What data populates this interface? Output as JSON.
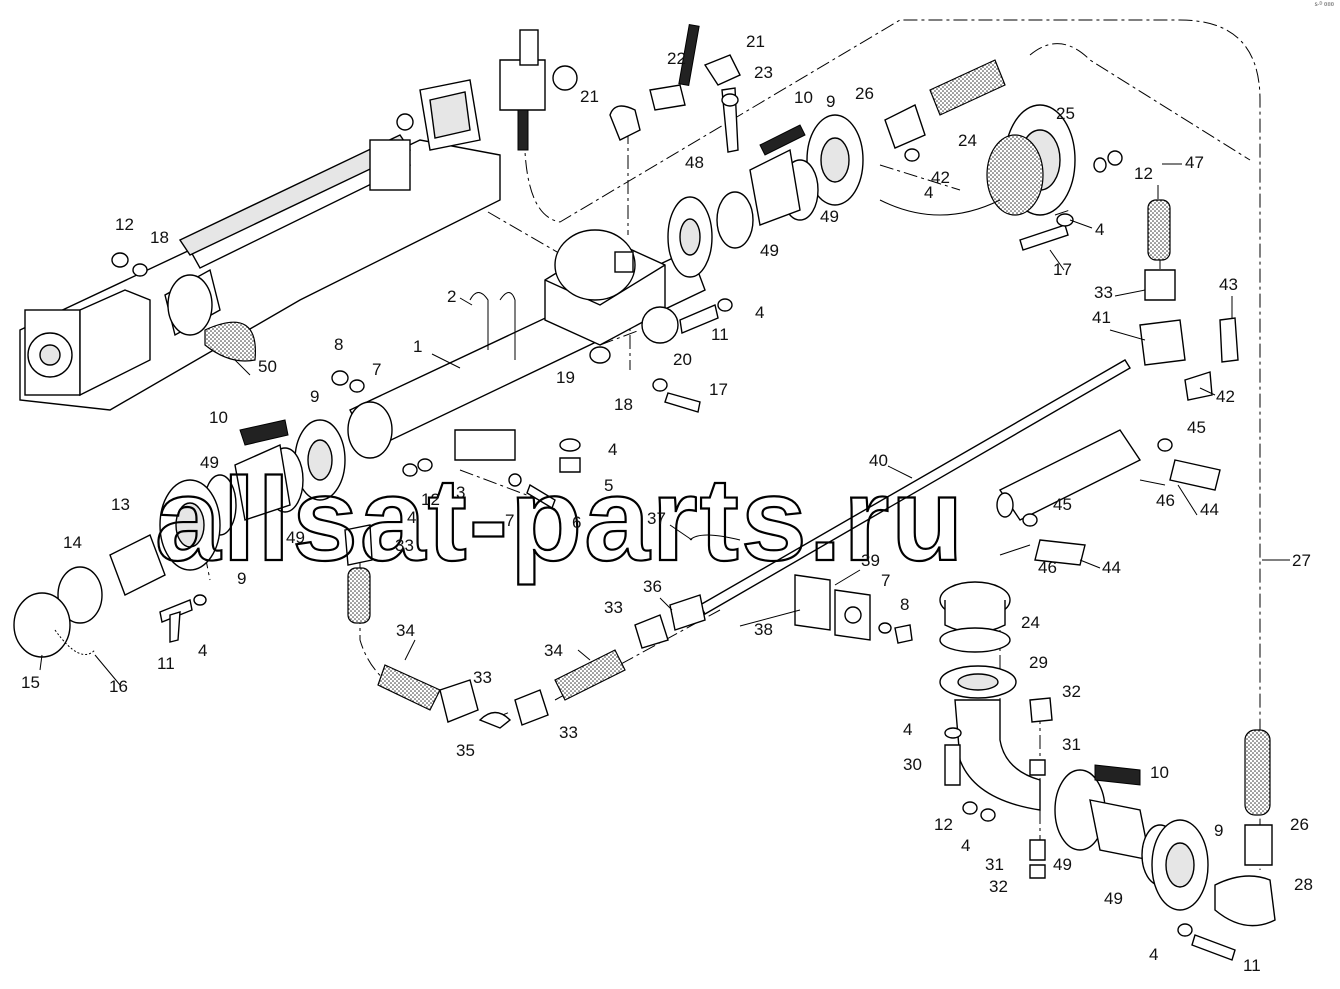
{
  "watermark": "allsat-parts.ru",
  "corner_mark": "s·ᴰ ¤¤¤",
  "callouts": [
    {
      "id": "c1",
      "text": "1"
    },
    {
      "id": "c2",
      "text": "2"
    },
    {
      "id": "c3",
      "text": "3"
    },
    {
      "id": "c4a",
      "text": "4"
    },
    {
      "id": "c4b",
      "text": "4"
    },
    {
      "id": "c4c",
      "text": "4"
    },
    {
      "id": "c4d",
      "text": "4"
    },
    {
      "id": "c4e",
      "text": "4"
    },
    {
      "id": "c4f",
      "text": "4"
    },
    {
      "id": "c4g",
      "text": "4"
    },
    {
      "id": "c4h",
      "text": "4"
    },
    {
      "id": "c4i",
      "text": "4"
    },
    {
      "id": "c4j",
      "text": "4"
    },
    {
      "id": "c5",
      "text": "5"
    },
    {
      "id": "c6",
      "text": "6"
    },
    {
      "id": "c7a",
      "text": "7"
    },
    {
      "id": "c7b",
      "text": "7"
    },
    {
      "id": "c7c",
      "text": "7"
    },
    {
      "id": "c8a",
      "text": "8"
    },
    {
      "id": "c8b",
      "text": "8"
    },
    {
      "id": "c9a",
      "text": "9"
    },
    {
      "id": "c9b",
      "text": "9"
    },
    {
      "id": "c9c",
      "text": "9"
    },
    {
      "id": "c9d",
      "text": "9"
    },
    {
      "id": "c10a",
      "text": "10"
    },
    {
      "id": "c10b",
      "text": "10"
    },
    {
      "id": "c10c",
      "text": "10"
    },
    {
      "id": "c11a",
      "text": "11"
    },
    {
      "id": "c11b",
      "text": "11"
    },
    {
      "id": "c11c",
      "text": "11"
    },
    {
      "id": "c12a",
      "text": "12"
    },
    {
      "id": "c12b",
      "text": "12"
    },
    {
      "id": "c12c",
      "text": "12"
    },
    {
      "id": "c12d",
      "text": "12"
    },
    {
      "id": "c13",
      "text": "13"
    },
    {
      "id": "c14",
      "text": "14"
    },
    {
      "id": "c15",
      "text": "15"
    },
    {
      "id": "c16",
      "text": "16"
    },
    {
      "id": "c17a",
      "text": "17"
    },
    {
      "id": "c17b",
      "text": "17"
    },
    {
      "id": "c18a",
      "text": "18"
    },
    {
      "id": "c18b",
      "text": "18"
    },
    {
      "id": "c19",
      "text": "19"
    },
    {
      "id": "c20",
      "text": "20"
    },
    {
      "id": "c21a",
      "text": "21"
    },
    {
      "id": "c21b",
      "text": "21"
    },
    {
      "id": "c22",
      "text": "22"
    },
    {
      "id": "c23",
      "text": "23"
    },
    {
      "id": "c24a",
      "text": "24"
    },
    {
      "id": "c24b",
      "text": "24"
    },
    {
      "id": "c25",
      "text": "25"
    },
    {
      "id": "c26a",
      "text": "26"
    },
    {
      "id": "c26b",
      "text": "26"
    },
    {
      "id": "c27",
      "text": "27"
    },
    {
      "id": "c28",
      "text": "28"
    },
    {
      "id": "c29",
      "text": "29"
    },
    {
      "id": "c30",
      "text": "30"
    },
    {
      "id": "c31a",
      "text": "31"
    },
    {
      "id": "c31b",
      "text": "31"
    },
    {
      "id": "c32a",
      "text": "32"
    },
    {
      "id": "c32b",
      "text": "32"
    },
    {
      "id": "c33a",
      "text": "33"
    },
    {
      "id": "c33b",
      "text": "33"
    },
    {
      "id": "c33c",
      "text": "33"
    },
    {
      "id": "c33d",
      "text": "33"
    },
    {
      "id": "c33e",
      "text": "33"
    },
    {
      "id": "c34a",
      "text": "34"
    },
    {
      "id": "c34b",
      "text": "34"
    },
    {
      "id": "c35",
      "text": "35"
    },
    {
      "id": "c36",
      "text": "36"
    },
    {
      "id": "c37",
      "text": "37"
    },
    {
      "id": "c38",
      "text": "38"
    },
    {
      "id": "c39",
      "text": "39"
    },
    {
      "id": "c40",
      "text": "40"
    },
    {
      "id": "c41",
      "text": "41"
    },
    {
      "id": "c42a",
      "text": "42"
    },
    {
      "id": "c42b",
      "text": "42"
    },
    {
      "id": "c43",
      "text": "43"
    },
    {
      "id": "c44a",
      "text": "44"
    },
    {
      "id": "c44b",
      "text": "44"
    },
    {
      "id": "c45a",
      "text": "45"
    },
    {
      "id": "c45b",
      "text": "45"
    },
    {
      "id": "c46a",
      "text": "46"
    },
    {
      "id": "c46b",
      "text": "46"
    },
    {
      "id": "c47",
      "text": "47"
    },
    {
      "id": "c48",
      "text": "48"
    },
    {
      "id": "c49a",
      "text": "49"
    },
    {
      "id": "c49b",
      "text": "49"
    },
    {
      "id": "c49c",
      "text": "49"
    },
    {
      "id": "c49d",
      "text": "49"
    },
    {
      "id": "c49e",
      "text": "49"
    },
    {
      "id": "c49f",
      "text": "49"
    },
    {
      "id": "c50",
      "text": "50"
    }
  ]
}
